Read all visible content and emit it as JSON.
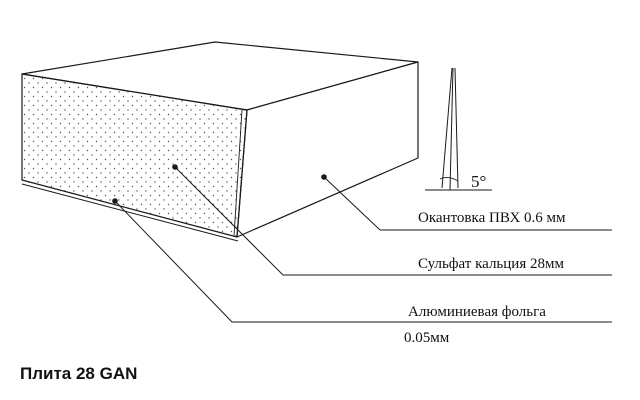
{
  "diagram": {
    "angle_label": "5°",
    "labels": {
      "edging": "Окантовка ПВХ 0.6 мм",
      "core": "Сульфат кальция 28мм",
      "foil_line1": "Алюминиевая фольга",
      "foil_line2": "0.05мм"
    }
  },
  "caption": "Плита 28 GAN",
  "colors": {
    "line": "#1a1a1a",
    "dots": "#555555",
    "background": "#ffffff"
  }
}
